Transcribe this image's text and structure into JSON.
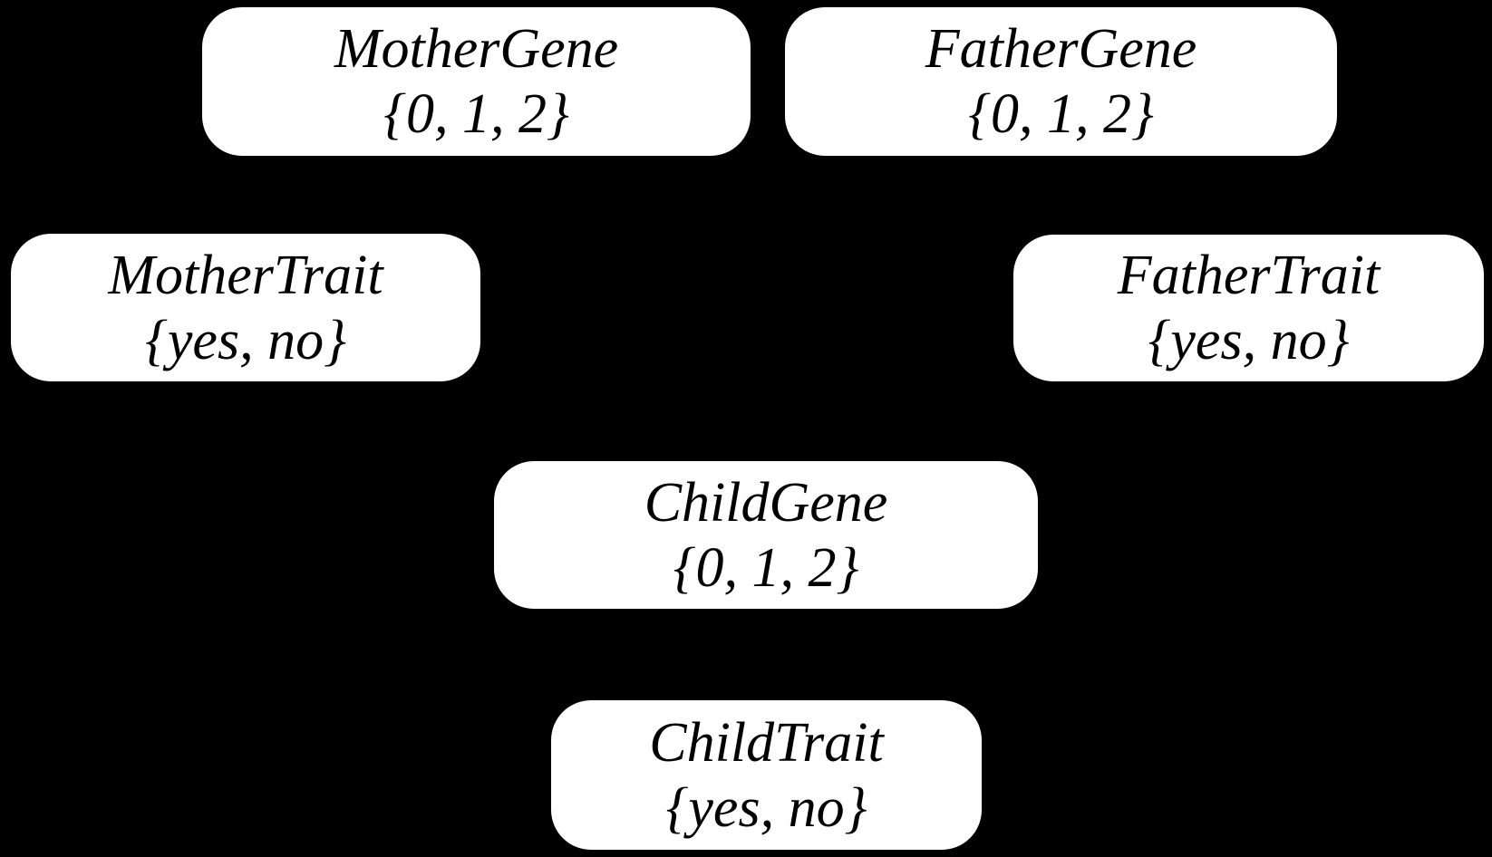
{
  "figure": {
    "type": "bayesian-network-diagram",
    "background_color": "#000000",
    "node_fill_color": "#ffffff",
    "node_text_color": "#000000",
    "edges_visible": false,
    "nodes": [
      {
        "name": "MotherGene",
        "values": "{0, 1, 2}"
      },
      {
        "name": "FatherGene",
        "values": "{0, 1, 2}"
      },
      {
        "name": "MotherTrait",
        "values": "{yes, no}"
      },
      {
        "name": "FatherTrait",
        "values": "{yes, no}"
      },
      {
        "name": "ChildGene",
        "values": "{0, 1, 2}"
      },
      {
        "name": "ChildTrait",
        "values": "{yes, no}"
      }
    ]
  }
}
